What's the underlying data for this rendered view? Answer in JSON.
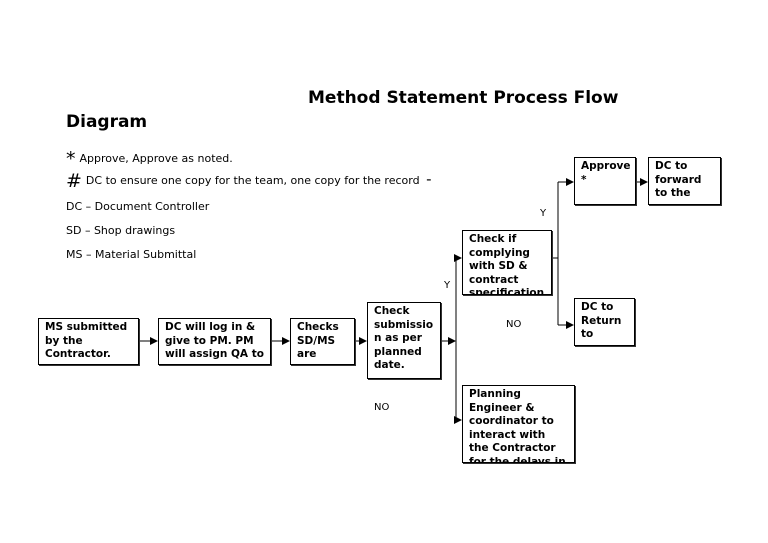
{
  "title_line1": "Method Statement Process Flow",
  "title_line2": "Diagram",
  "legend": {
    "star_symbol": "*",
    "star_text": "Approve, Approve as noted.",
    "hash_symbol": "#",
    "hash_text": "DC to ensure one copy for the team, one copy for the record",
    "hash_trail": "-",
    "abbreviations": [
      "DC – Document Controller",
      "SD – Shop drawings",
      "MS – Material Submittal"
    ]
  },
  "boxes": {
    "submitted": "MS submitted by the Contractor.",
    "log_in": "DC will log in & give to PM. PM will assign QA to",
    "checks": "Checks SD/MS are",
    "check_submission": "Check submissio n as per planned date.",
    "check_complying": "Check if complying with SD & contract specification",
    "approve": "Approve *",
    "forward": "DC to forward to the",
    "return": "DC to Return to",
    "planning": "Planning Engineer & coordinator to interact with the Contractor for the delays in"
  },
  "labels": {
    "yes_top": "Y",
    "yes_mid": "Y",
    "no_right": "NO",
    "no_bottom": "NO"
  }
}
